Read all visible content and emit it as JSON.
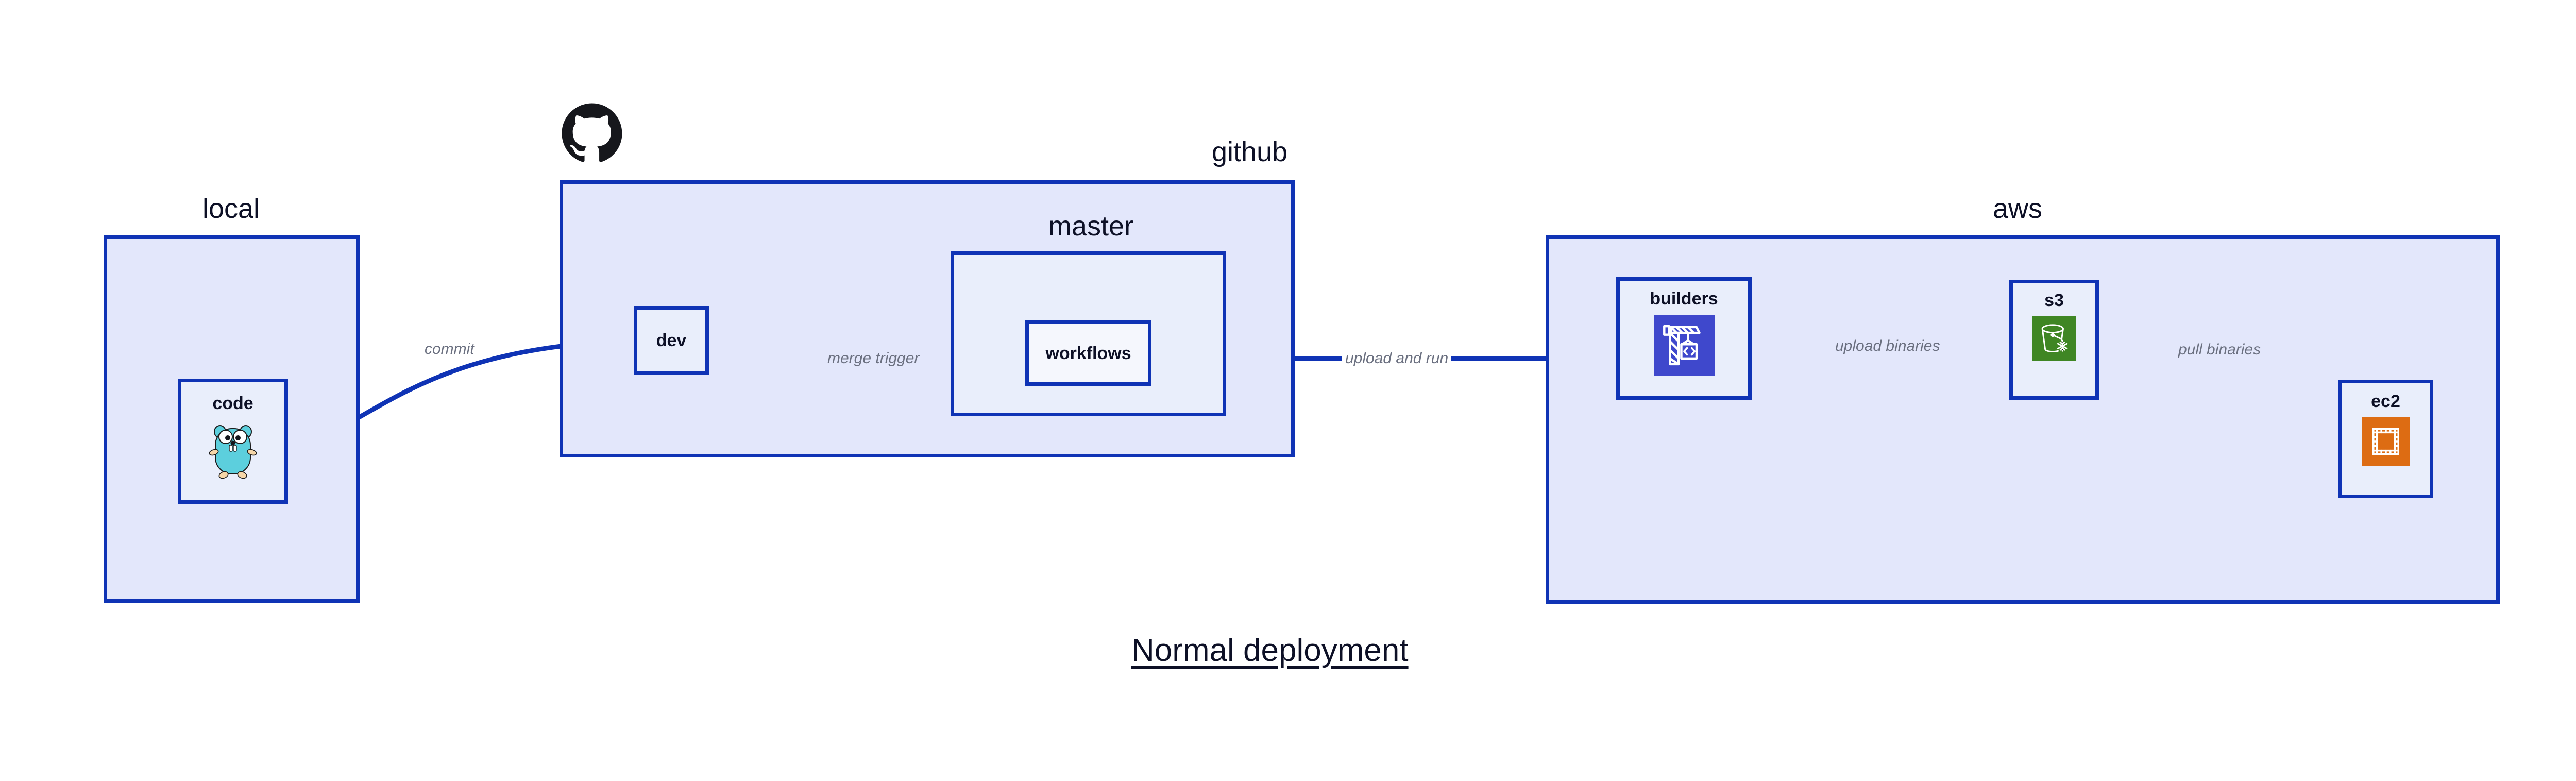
{
  "diagram": {
    "title": "Normal deployment",
    "accent_color": "#0f33b5",
    "group_fill": "#e3e7fb",
    "node_fill": "#e9eefb",
    "label_color": "#6b7080"
  },
  "groups": [
    {
      "id": "local",
      "label": "local"
    },
    {
      "id": "github",
      "label": "github"
    },
    {
      "id": "master",
      "label": "master"
    },
    {
      "id": "aws",
      "label": "aws"
    }
  ],
  "nodes": [
    {
      "id": "code",
      "label": "code",
      "icon": "go-gopher-icon",
      "icon_color": "#5ccfdd"
    },
    {
      "id": "dev",
      "label": "dev",
      "icon": "none",
      "icon_color": ""
    },
    {
      "id": "workflows",
      "label": "workflows",
      "icon": "none",
      "icon_color": ""
    },
    {
      "id": "builders",
      "label": "builders",
      "icon": "aws-codebuild-icon",
      "icon_color": "#3f48cc"
    },
    {
      "id": "s3",
      "label": "s3",
      "icon": "aws-s3-glacier-icon",
      "icon_color": "#3f8624"
    },
    {
      "id": "ec2",
      "label": "ec2",
      "icon": "aws-ec2-icon",
      "icon_color": "#dd6c13"
    }
  ],
  "edges": [
    {
      "id": "code-to-dev",
      "label": "commit"
    },
    {
      "id": "dev-to-workflows",
      "label": "merge trigger"
    },
    {
      "id": "workflows-to-builders",
      "label": "upload and run"
    },
    {
      "id": "builders-to-s3",
      "label": "upload binaries"
    },
    {
      "id": "s3-to-ec2",
      "label": "pull binaries"
    }
  ],
  "logos": [
    {
      "id": "github-logo",
      "name": "github-mark-icon",
      "color": "#16171c"
    }
  ]
}
